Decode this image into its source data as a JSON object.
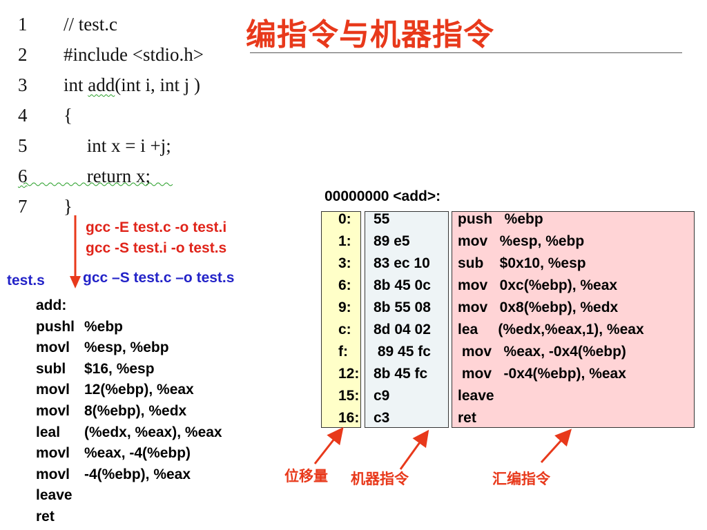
{
  "slide": {
    "title": "编指令与机器指令"
  },
  "source_code": {
    "lines": [
      {
        "num": "1",
        "text": "// test.c"
      },
      {
        "num": "2",
        "text": "#include <stdio.h>"
      },
      {
        "num": "3",
        "text_pre": "int ",
        "text_wavy": "add",
        "text_post": "(int i, int j )"
      },
      {
        "num": "4",
        "text": "{"
      },
      {
        "num": "5",
        "text": "     int x = i +j;"
      },
      {
        "num": "6",
        "text": "     return x;"
      },
      {
        "num": "7",
        "text": "}"
      }
    ]
  },
  "commands": {
    "preprocess": "gcc -E test.c -o test.i",
    "compile_i": "gcc -S test.i -o test.s",
    "compile_direct": "gcc –S test.c –o test.s",
    "output_file": "test.s"
  },
  "assembly": {
    "lines": [
      {
        "op": "add:",
        "args": ""
      },
      {
        "op": "pushl",
        "args": "%ebp"
      },
      {
        "op": "movl",
        "args": "%esp, %ebp"
      },
      {
        "op": "subl",
        "args": "$16, %esp"
      },
      {
        "op": "movl",
        "args": "12(%ebp), %eax"
      },
      {
        "op": "movl",
        "args": "8(%ebp), %edx"
      },
      {
        "op": "leal",
        "args": "(%edx, %eax), %eax"
      },
      {
        "op": "movl",
        "args": "%eax, -4(%ebp)"
      },
      {
        "op": "movl",
        "args": "-4(%ebp), %eax"
      },
      {
        "op": "leave",
        "args": ""
      },
      {
        "op": "ret",
        "args": ""
      }
    ]
  },
  "disassembly": {
    "header": "00000000 <add>:",
    "rows": [
      {
        "offset": "0:",
        "bytes": "55",
        "instr": "push   %ebp"
      },
      {
        "offset": "1:",
        "bytes": "89 e5",
        "instr": "mov   %esp, %ebp"
      },
      {
        "offset": "3:",
        "bytes": "83 ec 10",
        "instr": "sub    $0x10, %esp"
      },
      {
        "offset": "6:",
        "bytes": "8b 45 0c",
        "instr": "mov   0xc(%ebp), %eax"
      },
      {
        "offset": "9:",
        "bytes": "8b 55 08",
        "instr": "mov   0x8(%ebp), %edx"
      },
      {
        "offset": "c:",
        "bytes": "8d 04 02",
        "instr": "lea     (%edx,%eax,1), %eax"
      },
      {
        "offset": "f:",
        "bytes": " 89 45 fc",
        "instr": " mov   %eax, -0x4(%ebp)"
      },
      {
        "offset": "12:",
        "bytes": "8b 45 fc",
        "instr": " mov   -0x4(%ebp), %eax"
      },
      {
        "offset": "15:",
        "bytes": "c9",
        "instr": "leave"
      },
      {
        "offset": "16:",
        "bytes": "c3",
        "instr": "ret"
      }
    ]
  },
  "labels": {
    "offset": "位移量",
    "machine": "机器指令",
    "assembly": "汇编指令"
  },
  "colors": {
    "accent_red": "#e8391b",
    "command_blue": "#2323c8",
    "offset_box": "#ffffc8",
    "bytes_box": "#eef4f6",
    "instr_box": "#ffd4d6"
  }
}
